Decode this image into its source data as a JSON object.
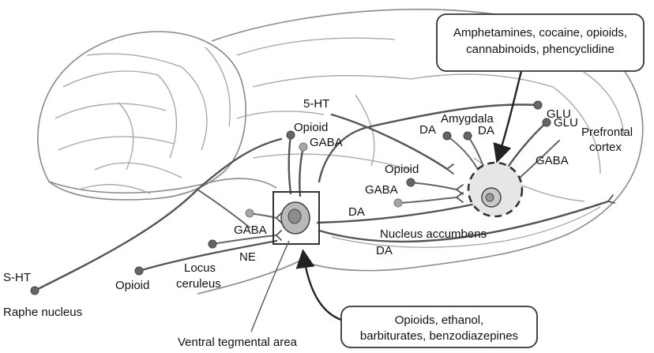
{
  "callouts": {
    "top_line1": "Amphetamines, cocaine, opioids,",
    "top_line2": "cannabinoids, phencyclidine",
    "bottom_line1": "Opioids, ethanol,",
    "bottom_line2": "barbiturates, benzodiazepines"
  },
  "labels": {
    "five_ht_top": "5-HT",
    "opioid_vta": "Opioid",
    "gaba_vta": "GABA",
    "da_amygdala_left": "DA",
    "amygdala": "Amygdala",
    "da_amygdala_right": "DA",
    "glu_top": "GLU",
    "glu_mid": "GLU",
    "prefrontal_line1": "Prefrontal",
    "prefrontal_line2": "cortex",
    "gaba_pfc": "GABA",
    "opioid_nac": "Opioid",
    "gaba_nac": "GABA",
    "da_vta_nac": "DA",
    "nucleus_accumbens": "Nucleus accumbens",
    "da_lower": "DA",
    "gaba_lc": "GABA",
    "ne": "NE",
    "locus_line1": "Locus",
    "locus_line2": "ceruleus",
    "opioid_bottom": "Opioid",
    "s_ht": "S-HT",
    "raphe_nucleus": "Raphe nucleus",
    "ventral_tegmental_area": "Ventral tegmental area"
  }
}
